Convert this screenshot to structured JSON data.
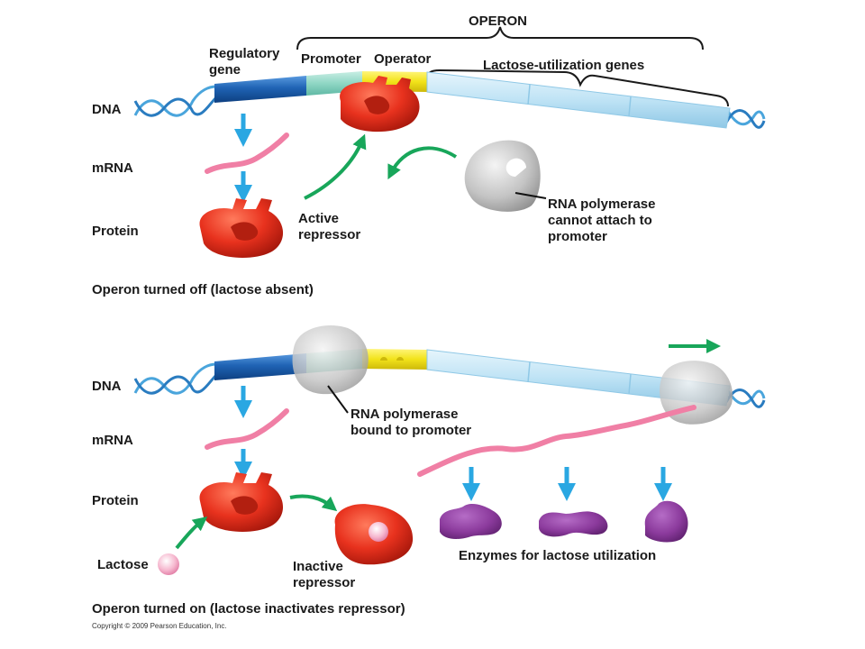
{
  "labels": {
    "operon": "OPERON",
    "regulatory_gene": "Regulatory\ngene",
    "promoter": "Promoter",
    "operator": "Operator",
    "lactose_genes": "Lactose-utilization  genes",
    "dna": "DNA",
    "mrna": "mRNA",
    "protein": "Protein",
    "active_repressor": "Active\nrepressor",
    "rnap_cannot_attach": "RNA polymerase\ncannot  attach  to\npromoter",
    "caption_off": "Operon  turned  off  (lactose  absent)",
    "rnap_bound": "RNA polymerase\nbound  to promoter",
    "lactose": "Lactose",
    "inactive_repressor": "Inactive\nrepressor",
    "enzymes": "Enzymes  for  lactose  utilization",
    "caption_on": "Operon  turned  on  (lactose  inactivates  repressor)",
    "copyright": "Copyright © 2009 Pearson Education, Inc."
  },
  "colors": {
    "regulatory_gene": "#1f63b4",
    "promoter": "#8fd6c4",
    "operator": "#f2e31a",
    "lactose_genes": "#bfe3f5",
    "dna_helix": "#4aa5dc",
    "mrna": "#f07fa5",
    "repressor": "#e8321e",
    "rna_polymerase": "#b9b9b9",
    "arrow_blue": "#2aa7e2",
    "arrow_green": "#18a65a",
    "enzyme": "#8b3a9c",
    "lactose": "#f6b8cf"
  }
}
